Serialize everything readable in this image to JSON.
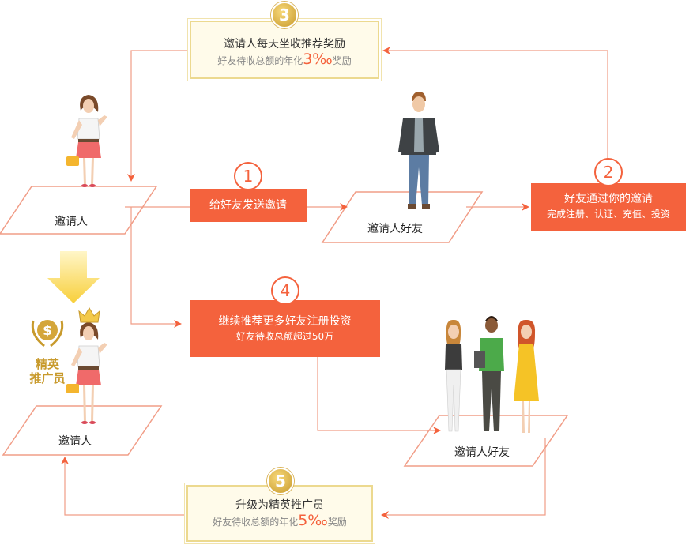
{
  "steps": {
    "step1": {
      "number": "1",
      "label": "给好友发送邀请"
    },
    "step2": {
      "number": "2",
      "title": "好友通过你的邀请",
      "subtitle": "完成注册、认证、充值、投资"
    },
    "step3": {
      "number": "3",
      "title": "邀请人每天坐收推荐奖励",
      "subtitle_prefix": "好友待收总额的年化",
      "rate": "3‰",
      "subtitle_suffix": "奖励"
    },
    "step4": {
      "number": "4",
      "title": "继续推荐更多好友注册投资",
      "subtitle": "好友待收总额超过50万"
    },
    "step5": {
      "number": "5",
      "title": "升级为精英推广员",
      "subtitle_prefix": "好友待收总额的年化",
      "rate": "5‰",
      "subtitle_suffix": "奖励"
    }
  },
  "platforms": {
    "inviter_top": "邀请人",
    "friend_top": "邀请人好友",
    "inviter_bottom": "邀请人",
    "friends_bottom": "邀请人好友"
  },
  "elite_badge": {
    "line1": "精英",
    "line2": "推广员",
    "icon": "dollar-laurel-icon"
  },
  "icons": [
    "crown-icon",
    "down-arrow-icon"
  ],
  "colors": {
    "accent": "#f4623d",
    "gold": "#c89a2c",
    "yellow_box_border": "#ecd98f",
    "line": "#f19d87"
  }
}
